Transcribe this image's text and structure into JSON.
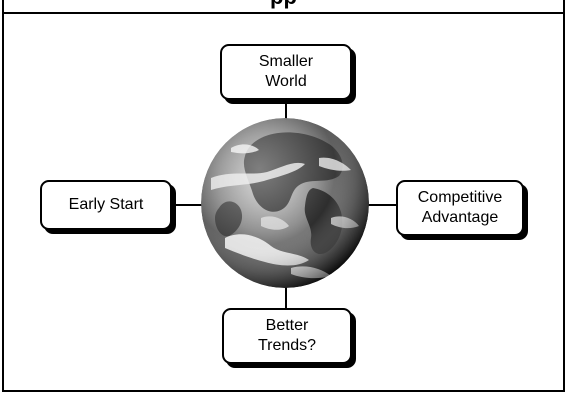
{
  "header": {
    "title": "pp"
  },
  "diagram": {
    "center": {
      "icon": "earth-globe-image"
    },
    "nodes": {
      "top": {
        "label": "Smaller\nWorld"
      },
      "left": {
        "label": "Early Start"
      },
      "right": {
        "label": "Competitive\nAdvantage"
      },
      "bottom": {
        "label": "Better\nTrends?"
      }
    }
  },
  "colors": {
    "border": "#000000",
    "background": "#ffffff"
  }
}
